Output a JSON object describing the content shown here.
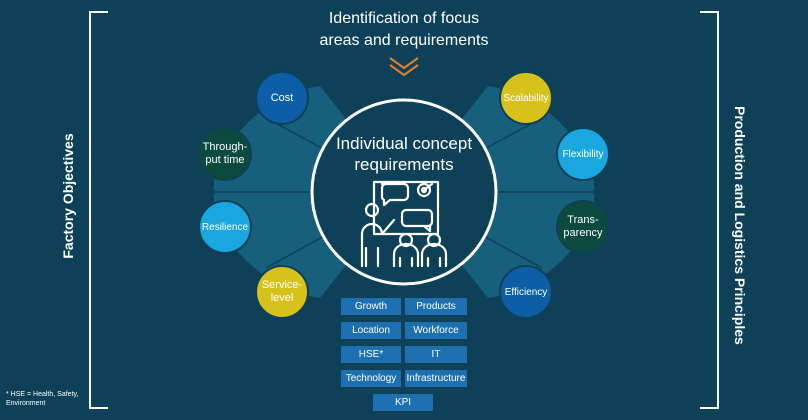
{
  "header": {
    "line1": "Identification of focus",
    "line2": "areas and requirements"
  },
  "left_title": "Factory Objectives",
  "right_title": "Production and Logistics Principles",
  "center": {
    "line1": "Individual concept",
    "line2": "requirements",
    "icon": "presentation-team-icon"
  },
  "left_circles": [
    {
      "label": "Cost",
      "color": "#0d5ea6"
    },
    {
      "label": "Through-\nput time",
      "color": "#0c4a3f"
    },
    {
      "label": "Resilience",
      "color": "#1aa7e0"
    },
    {
      "label": "Service-\nlevel",
      "color": "#d6c21a"
    }
  ],
  "right_circles": [
    {
      "label": "Scalability",
      "color": "#d6c21a"
    },
    {
      "label": "Flexibility",
      "color": "#1aa7e0"
    },
    {
      "label": "Trans-\nparency",
      "color": "#0c4a3f"
    },
    {
      "label": "Efficiency",
      "color": "#0d5ea6"
    }
  ],
  "tags": [
    "Growth",
    "Products",
    "Location",
    "Workforce",
    "HSE*",
    "IT",
    "Technology",
    "Infrastructure",
    "KPI"
  ],
  "footnote": "* HSE = Health, Safety,\nEnvironment",
  "colors": {
    "background": "#0e4158",
    "fan": "#17607d",
    "accent_arrow": "#e57f2b",
    "tag": "#1e6fb0"
  }
}
